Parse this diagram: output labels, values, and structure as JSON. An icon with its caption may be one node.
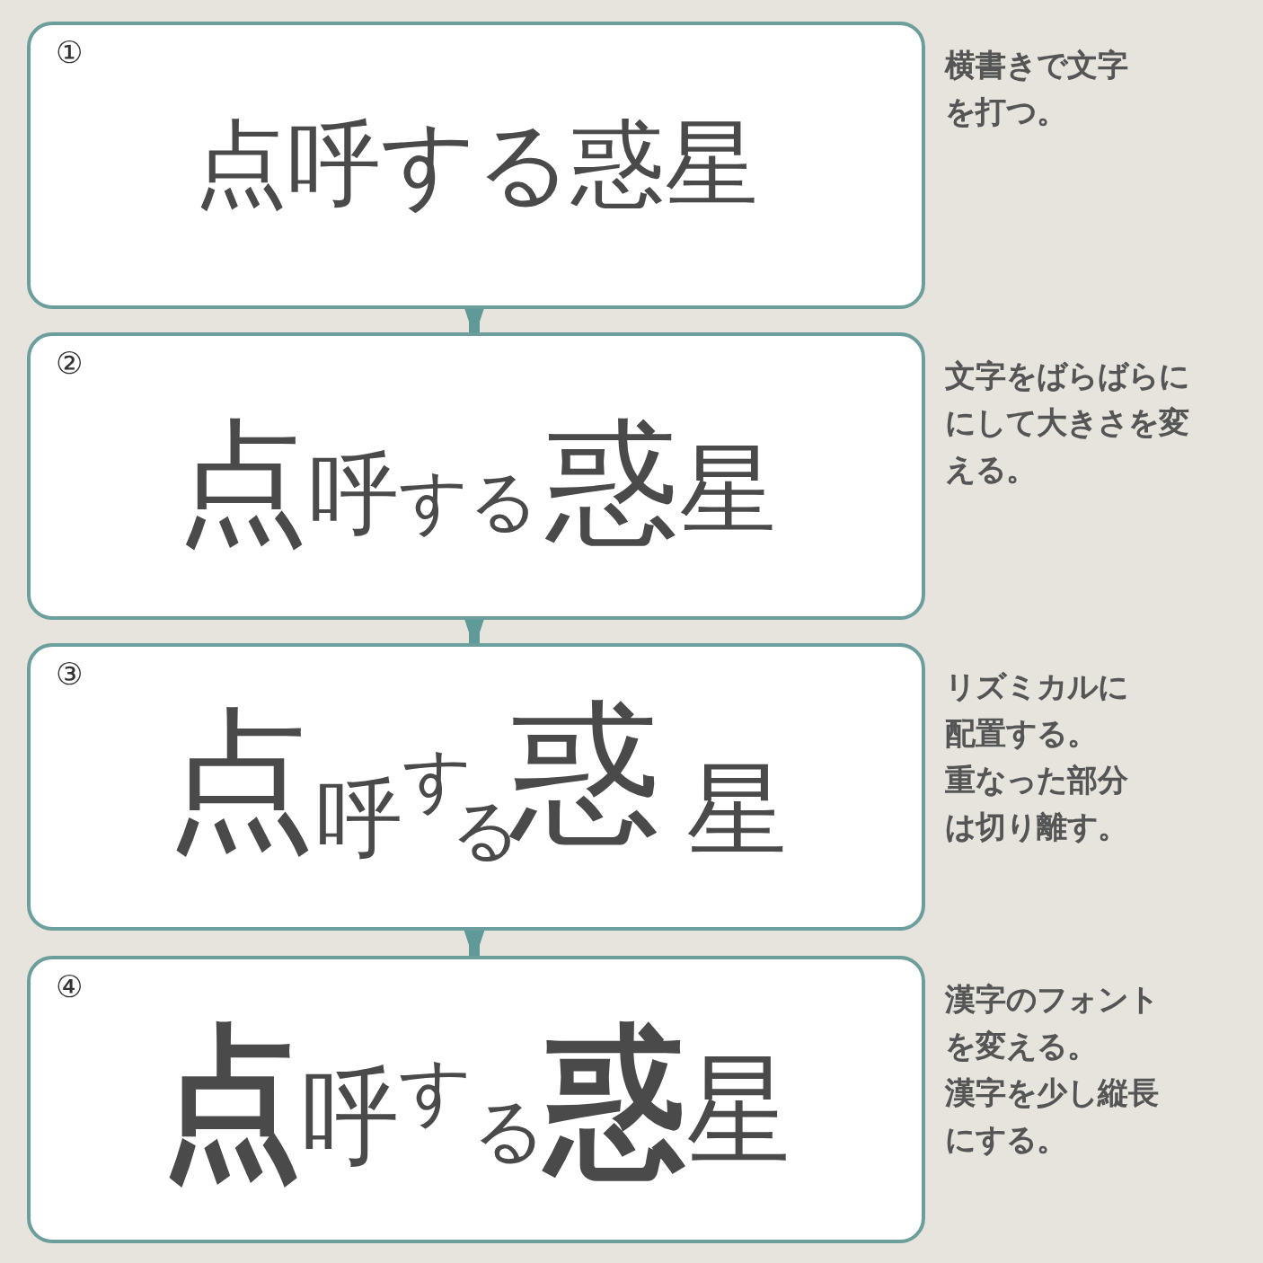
{
  "diagram": {
    "nodes": [
      {
        "text": [
          "①",
          "点呼する惑星"
        ],
        "beside": [
          "横書きで文字を打つ。"
        ]
      },
      {
        "text": [
          "②",
          "点呼する惑星"
        ],
        "beside": [
          "文字をばらばらににして大きさを変える。"
        ]
      },
      {
        "text": [
          "③",
          "点呼する惑星"
        ],
        "beside": [
          "リズミカルに配置する。",
          "重なった部分は切り離す。"
        ]
      },
      {
        "text": [
          "④",
          "点呼する惑星"
        ],
        "beside": [
          "漢字のフォントを変える。",
          "漢字を少し縦長にする。"
        ]
      }
    ],
    "edges": [
      {
        "from": 0,
        "to": 1,
        "arrow": "to"
      },
      {
        "from": 1,
        "to": 2,
        "arrow": "to"
      },
      {
        "from": 2,
        "to": 3,
        "arrow": "to"
      }
    ]
  }
}
